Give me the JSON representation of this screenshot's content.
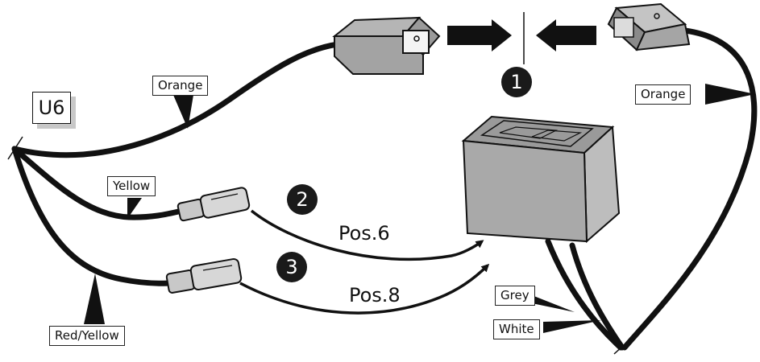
{
  "component_label": "U6",
  "wires": {
    "orange_left": "Orange",
    "orange_right": "Orange",
    "yellow": "Yellow",
    "red_yellow": "Red/Yellow",
    "grey": "Grey",
    "white": "White"
  },
  "steps": [
    "1",
    "2",
    "3"
  ],
  "positions": {
    "pos6": "Pos.6",
    "pos8": "Pos.8"
  }
}
